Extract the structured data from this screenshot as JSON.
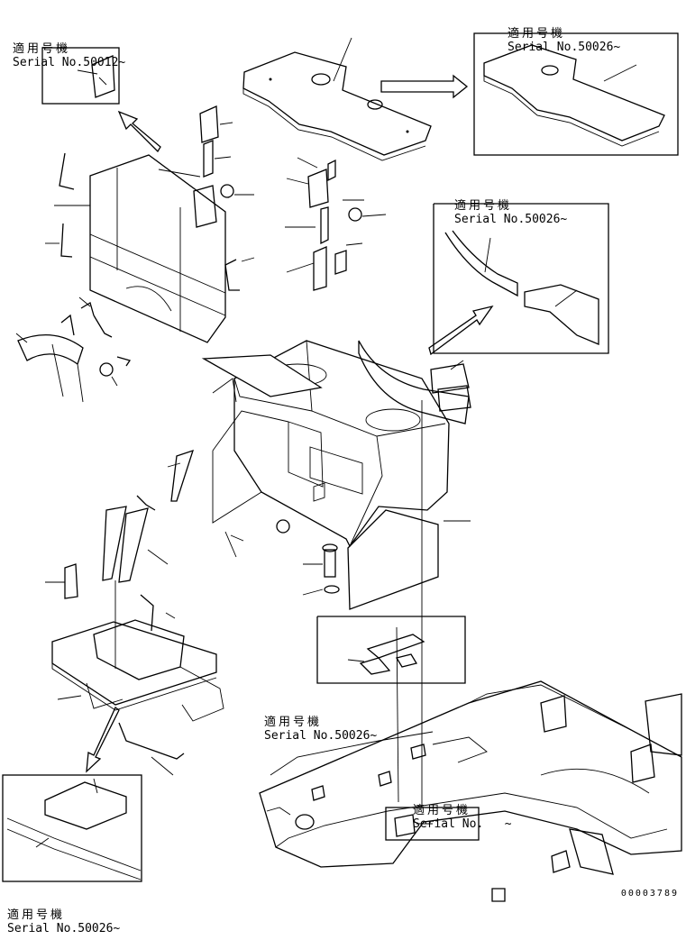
{
  "serial_callouts": [
    {
      "id": "panel-top-left",
      "applicable_label": "適用号機",
      "serial_label": "Serial No.50012~"
    },
    {
      "id": "panel-top-right",
      "applicable_label": "適用号機",
      "serial_label": "Serial No.50026~"
    },
    {
      "id": "panel-mid-right",
      "applicable_label": "適用号機",
      "serial_label": "Serial No.50026~"
    },
    {
      "id": "panel-center",
      "applicable_label": "適用号機",
      "serial_label": "Serial No.50026~"
    },
    {
      "id": "panel-bottom-right",
      "applicable_label": "適用号機",
      "serial_label": "Serial No.   ~"
    },
    {
      "id": "panel-bottom-left",
      "applicable_label": "適用号機",
      "serial_label": "Serial No.50026~"
    }
  ],
  "drawing_code": "00003789"
}
